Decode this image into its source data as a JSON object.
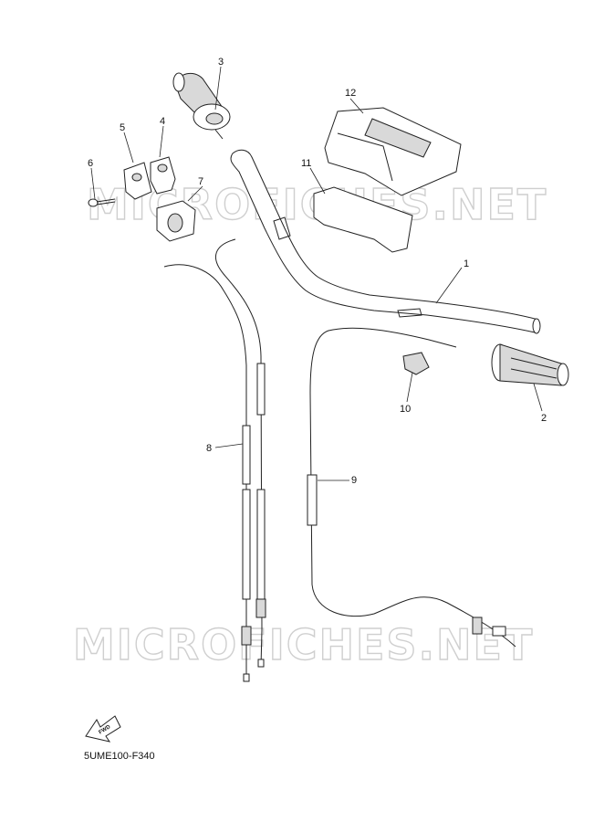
{
  "diagram": {
    "watermark": "MICROFICHES.NET",
    "code": "5UME100-F340",
    "fwd_label": "FWD",
    "callouts": {
      "c1": "1",
      "c2": "2",
      "c3": "3",
      "c4": "4",
      "c5": "5",
      "c6": "6",
      "c7": "7",
      "c8": "8",
      "c9": "9",
      "c10": "10",
      "c11": "11",
      "c12": "12"
    }
  }
}
